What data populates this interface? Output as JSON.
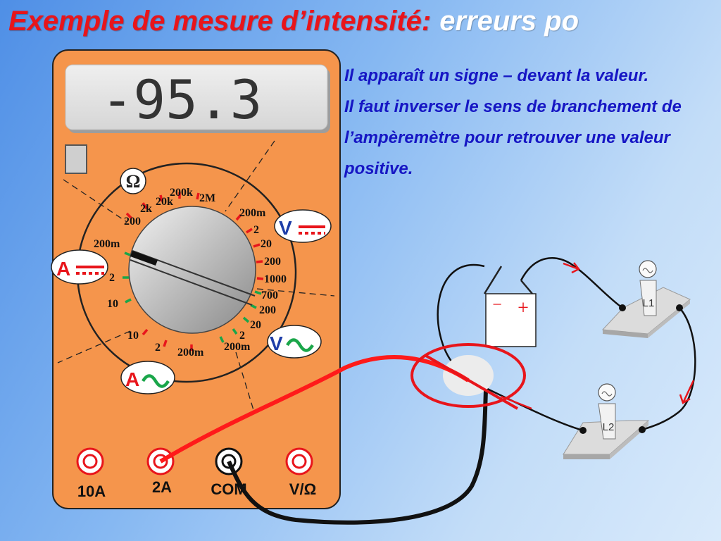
{
  "slide": {
    "title": "Exemple de mesure d’intensité:",
    "title_suffix": "erreurs po"
  },
  "explanation": {
    "line1": "Il apparaît un signe – devant la valeur.",
    "line2": "Il faut inverser le sens de branchement de l’ampèremètre pour retrouver une valeur positive."
  },
  "multimeter": {
    "display_value": "-95.3",
    "ohm_symbol": "Ω",
    "mode_v_dc": "V",
    "mode_a_dc": "A",
    "mode_v_ac": "V",
    "mode_a_ac": "A",
    "dial_labels": {
      "ohm_200": "200",
      "ohm_2k": "2k",
      "ohm_20k": "20k",
      "ohm_200k": "200k",
      "ohm_2M": "2M",
      "vdc_200m": "200m",
      "vdc_2": "2",
      "vdc_20": "20",
      "vdc_200": "200",
      "vdc_1000": "1000",
      "vac_700": "700",
      "vac_200": "200",
      "vac_20": "20",
      "vac_2": "2",
      "vac_200m": "200m",
      "aac_200m": "200m",
      "aac_2": "2",
      "aac_10": "10",
      "adc_10": "10",
      "adc_2": "2",
      "adc_200m": "200m"
    },
    "jacks": {
      "j10a": "10A",
      "j2a": "2A",
      "com": "COM",
      "vohm": "V/Ω"
    }
  },
  "circuit": {
    "battery_minus": "−",
    "battery_plus": "+",
    "lamp1": "L1",
    "lamp2": "L2"
  },
  "colors": {
    "meter_body": "#f5954c",
    "red_lead": "#ff1a1a",
    "black_lead": "#111111",
    "highlight": "#e8151b",
    "text_blue": "#1616c4"
  }
}
